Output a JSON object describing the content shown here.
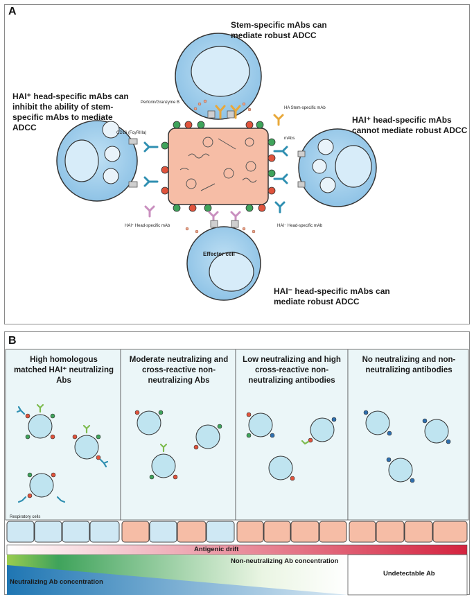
{
  "panel_a": {
    "letter": "A",
    "stem_label": "Stem-specific mAbs can mediate robust ADCC",
    "hai_pos_inhibit_label": "HAI⁺ head-specific mAbs can inhibit the ability of stem-specific mAbs to mediate ADCC",
    "hai_pos_cannot_label": "HAI⁺ head-specific mAbs cannot mediate robust ADCC",
    "hai_neg_label": "HAI⁻ head-specific mAbs can mediate robust ADCC",
    "perforin_label": "Perforin/Granzyme B",
    "ha_stem_label": "HA Stem-specific mAb",
    "cd16_label": "CD16 (FcγRIIIa)",
    "mabs_label": "mAbs",
    "hai_pos_mab_label": "HAI⁺ Head-specific mAb",
    "hai_neg_mab_label": "HAI⁻ Head-specific mAb",
    "effector_label": "Effector cell"
  },
  "panel_b": {
    "letter": "B",
    "columns": [
      {
        "title": "High homologous matched HAI⁺ neutralizing Abs"
      },
      {
        "title": "Moderate neutralizing and cross-reactive non-neutralizing Abs"
      },
      {
        "title": "Low neutralizing and high cross-reactive non-neutralizing antibodies"
      },
      {
        "title": "No neutralizing and non-neutralizing antibodies"
      }
    ],
    "respiratory_label": "Respiratory cells",
    "antigenic_drift_label": "Antigenic drift",
    "non_neutralizing_label": "Non-neutralizing Ab concentration",
    "neutralizing_label": "Neutralizing Ab concentration",
    "undetectable_label": "Undetectable Ab"
  },
  "colors": {
    "effector_cell": "#a9d1ec",
    "infected_cell": "#f6bda6",
    "virus": "#bfe4f0",
    "ha_red": "#e0533c",
    "ha_green": "#3fa35b",
    "ab_teal": "#2f8fb1",
    "ab_green": "#7dbb4f",
    "ab_orange": "#e8a83a",
    "ab_pink": "#c98fbf"
  }
}
